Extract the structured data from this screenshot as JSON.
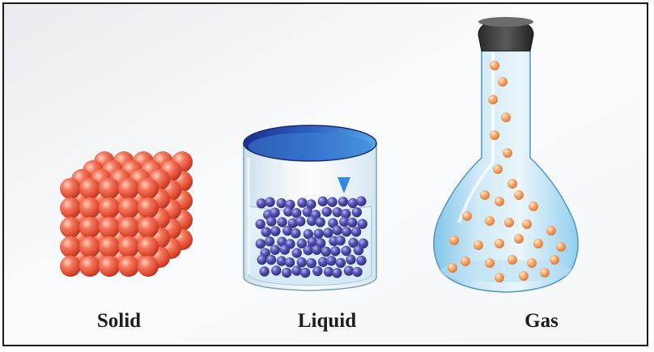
{
  "labels": {
    "solid": "Solid",
    "liquid": "Liquid",
    "gas": "Gas"
  },
  "colors": {
    "solid_particle": "#e8573f",
    "liquid_particle": "#4a47a3",
    "gas_particle": "#f2a56a",
    "container_glass": "#bfe3f5",
    "stopper": "#3a3a3a"
  }
}
